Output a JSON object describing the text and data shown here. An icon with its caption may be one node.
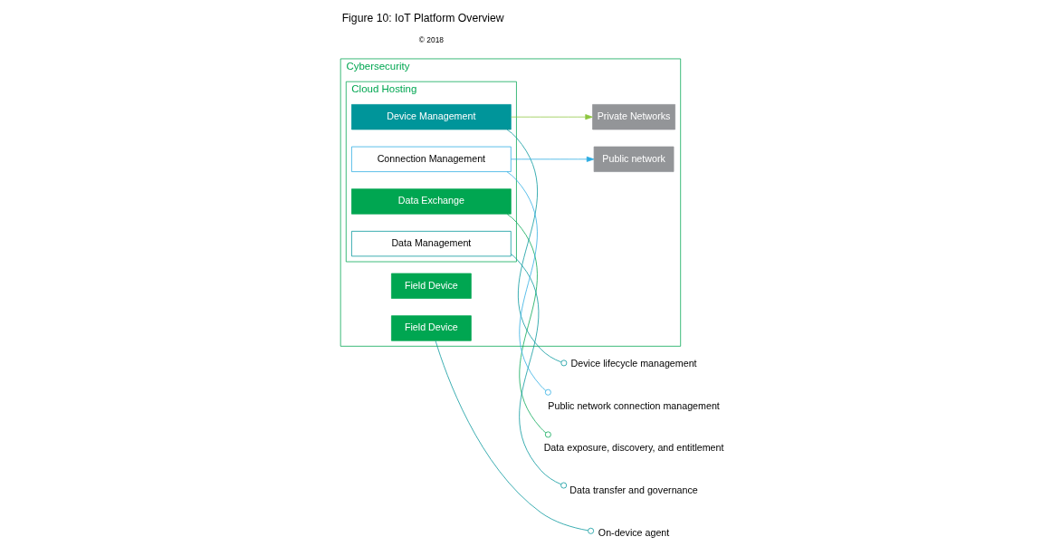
{
  "diagram": {
    "title": "Figure 10: IoT Platform Overview",
    "nodes": [
      {
        "text": [
          "Cybersecurity"
        ]
      },
      {
        "text": [
          "Cloud Hosting"
        ],
        "in": 0
      },
      {
        "text": [
          "Data Exchange"
        ],
        "in": 1
      },
      {
        "text": [
          "Data Management"
        ],
        "in": 1
      },
      {
        "text": [
          "Device Management"
        ],
        "in": 1
      },
      {
        "text": [
          "Connection Management"
        ],
        "in": 1
      },
      {
        "text": [
          "Private Networks"
        ],
        "in": 0
      },
      {
        "text": [
          "Public network"
        ],
        "in": 0
      },
      {
        "text": [
          "Field Device"
        ],
        "in": 0
      },
      {
        "text": [
          "Field Device"
        ],
        "in": 0
      },
      {
        "text": [
          "Data exposure, discovery, and entitlement"
        ]
      },
      {
        "text": [
          "Data transfer and governance"
        ]
      },
      {
        "text": [
          "Device lifecycle management"
        ]
      },
      {
        "text": [
          "Public network connection management"
        ]
      },
      {
        "text": [
          "On-device agent"
        ]
      }
    ],
    "edges": [
      {
        "from": 4,
        "to": 6,
        "arrow": "to",
        "color": "#8dc63f"
      },
      {
        "from": 5,
        "to": 7,
        "arrow": "to",
        "color": "#29abe2"
      },
      {
        "from": 2,
        "to": 10,
        "arrow": "other",
        "color": "#00a651"
      },
      {
        "from": 3,
        "to": 11,
        "arrow": "other",
        "color": "#00959a"
      },
      {
        "from": 4,
        "to": 12,
        "arrow": "other",
        "color": "#00959a"
      },
      {
        "from": 5,
        "to": 13,
        "arrow": "other",
        "color": "#29abe2"
      },
      {
        "from": 9,
        "to": 14,
        "arrow": "other",
        "color": "#00959a"
      }
    ],
    "labels": [
      "© 2018"
    ]
  }
}
